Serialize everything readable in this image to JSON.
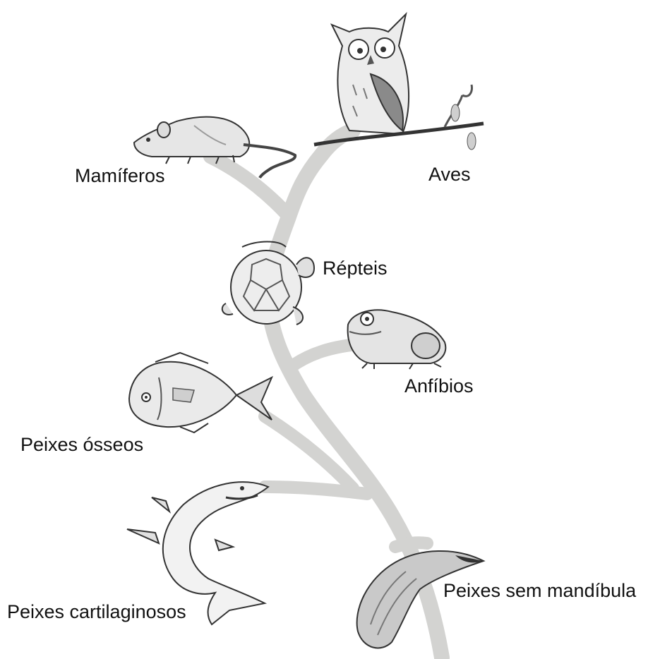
{
  "title": "",
  "groups": [
    {
      "id": "mamiferos",
      "label": "Mamíferos",
      "icon": "mouse-icon"
    },
    {
      "id": "aves",
      "label": "Aves",
      "icon": "owl-icon"
    },
    {
      "id": "repteis",
      "label": "Répteis",
      "icon": "turtle-icon"
    },
    {
      "id": "anfibios",
      "label": "Anfíbios",
      "icon": "frog-icon"
    },
    {
      "id": "peixes-osseos",
      "label": "Peixes ósseos",
      "icon": "fish-icon"
    },
    {
      "id": "peixes-cartilaginosos",
      "label": "Peixes cartilaginosos",
      "icon": "shark-icon"
    },
    {
      "id": "peixes-sem-mandibula",
      "label": "Peixes sem mandíbula",
      "icon": "lamprey-icon"
    }
  ],
  "colors": {
    "branch": "#d3d3d1",
    "ink": "#333333",
    "shade": "#9a9a9a",
    "text": "#111111"
  }
}
